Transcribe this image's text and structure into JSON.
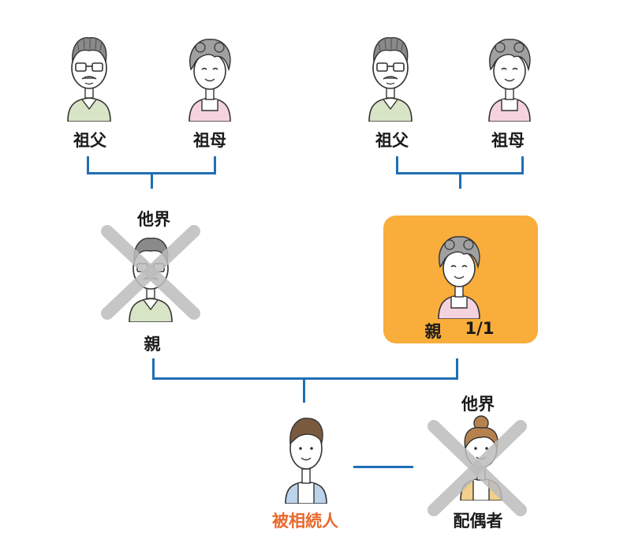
{
  "nodes": {
    "pgf_left": {
      "label": "祖父"
    },
    "pgm_left": {
      "label": "祖母"
    },
    "pgf_right": {
      "label": "祖父"
    },
    "pgm_right": {
      "label": "祖母"
    },
    "parent_left": {
      "label": "親",
      "status": "他界",
      "deceased": true
    },
    "parent_right": {
      "label": "親",
      "share": "1/1",
      "highlighted": true
    },
    "decedent": {
      "label": "被相続人"
    },
    "spouse": {
      "label": "配偶者",
      "status": "他界",
      "deceased": true
    }
  },
  "colors": {
    "connector": "#1f6fb5",
    "highlight": "#f9ad3a",
    "decedent_label": "#e8692d",
    "cross": "#bdbdbd"
  }
}
